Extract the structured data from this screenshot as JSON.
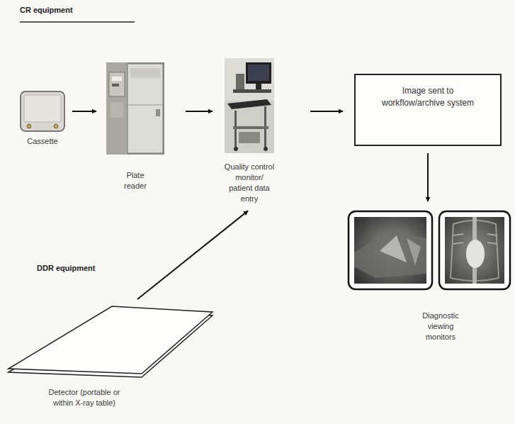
{
  "diagram": {
    "nodes": [
      {
        "text": [
          "Cassette"
        ]
      },
      {
        "text": [
          "Plate reader"
        ]
      },
      {
        "text": [
          "Quality control monitor/ patient data entry"
        ]
      },
      {
        "text": [
          "Image sent to workflow/archive system"
        ]
      },
      {
        "text": [
          "Diagnostic viewing monitors"
        ]
      },
      {
        "text": [
          "Detector (portable or within X-ray table)"
        ]
      }
    ],
    "edges": [
      {
        "from": 0,
        "to": 1,
        "arrow": "to"
      },
      {
        "from": 1,
        "to": 2,
        "arrow": "to"
      },
      {
        "from": 2,
        "to": 3,
        "arrow": "to"
      },
      {
        "from": 3,
        "to": 4,
        "arrow": "to"
      },
      {
        "from": 5,
        "to": 2,
        "arrow": "to"
      }
    ],
    "labels": [
      "CR equipment",
      "DDR equipment"
    ]
  }
}
